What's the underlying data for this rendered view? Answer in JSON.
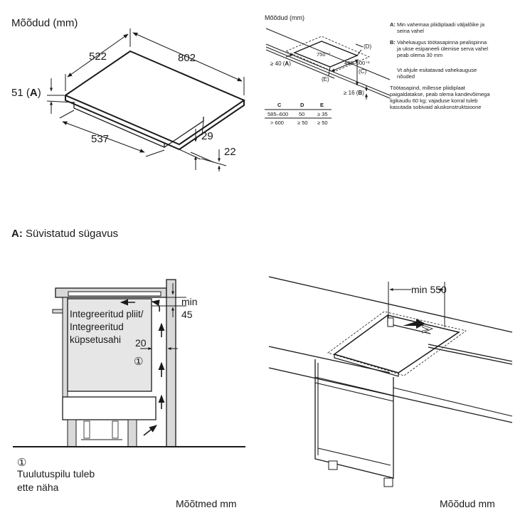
{
  "panel_top_left": {
    "title": "Mõõdud (mm)",
    "dims": {
      "d522": "522",
      "d802": "802",
      "d51": "51",
      "d51_ref": "A",
      "d537": "537",
      "d29": "29",
      "d22": "22"
    }
  },
  "legend_a": {
    "key": "A:",
    "text": "Süvistatud sügavus"
  },
  "panel_top_right": {
    "title": "Mõõdud (mm)",
    "labels": {
      "d750": "750⁺²",
      "d490": "490–500⁺²",
      "ref_D": "(D)",
      "ref_C": "(C)",
      "ref_E": "(E)",
      "a40_prefix": "≥ 40 (",
      "a40_key": "A",
      "a40_suffix": ")",
      "b16_prefix": "≥ 16 (",
      "b16_key": "B",
      "b16_suffix": ")"
    },
    "notes": {
      "A_key": "A:",
      "A_lines": [
        "Min vahemaa pliidiplaadi väljalõike ja",
        "seina vahel"
      ],
      "B_key": "B:",
      "B_lines": [
        "Vahekaugus töötasapinna pealispinna",
        "ja ukse esipaneeli ülemise serva vahel",
        "peab olema 30 mm"
      ],
      "see_lines": [
        "Vt ahjule esitatavad vahekauguse",
        "nõuded"
      ],
      "worktop_lines": [
        "Töötasapind, millesse pliidiplaat",
        "paigaldatakse, peab olema kandevõimega",
        "ligikaudu 60 kg; vajaduse korral tuleb",
        "kasutada sobivaid aluskonstruktsioone"
      ]
    },
    "table": {
      "headers": [
        "C",
        "D",
        "E"
      ],
      "rows": [
        [
          "585–600",
          "50",
          "≥ 35"
        ],
        [
          "> 600",
          "≥ 50",
          "≥ 50"
        ]
      ]
    }
  },
  "panel_bottom_left": {
    "appliance_lines": [
      "Integreeritud pliit/",
      "Integreeritud",
      "küpsetusahi"
    ],
    "min_label": "min",
    "min_value": "45",
    "gap_value": "20",
    "marker": "①",
    "footnote_marker": "①",
    "footnote_lines": [
      "Tuulutuspilu tuleb",
      "ette näha"
    ],
    "caption": "Mõõtmed mm"
  },
  "panel_bottom_right": {
    "min_label": "min 550",
    "caption": "Mõõdud mm"
  }
}
